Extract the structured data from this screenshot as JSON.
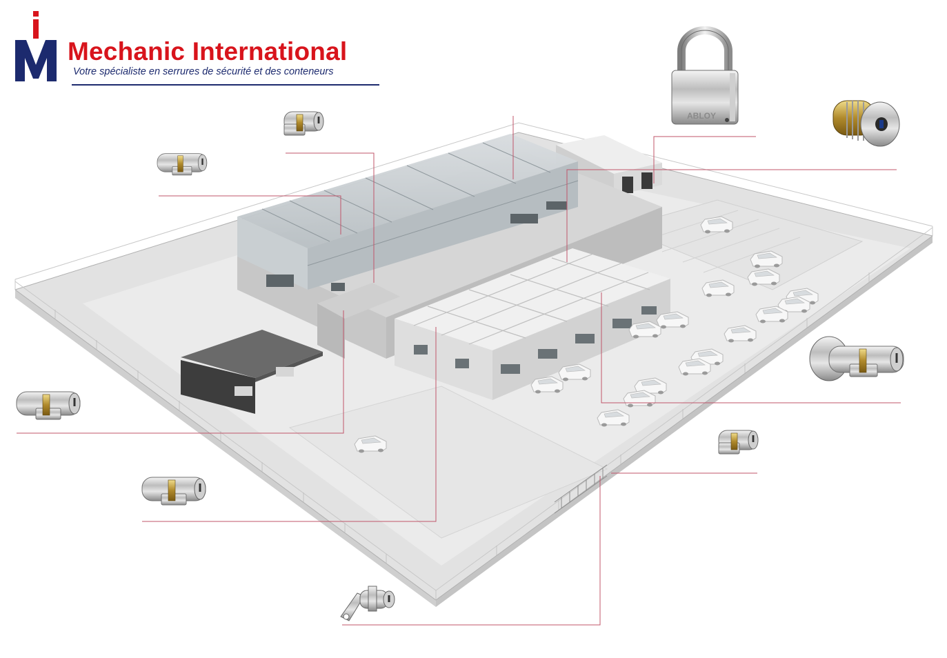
{
  "brand": {
    "name": "Mechanic International",
    "tagline": "Votre spécialiste en serrures de sécurité et des conteneurs",
    "colors": {
      "red": "#d8141c",
      "navy": "#1c2a6e"
    }
  },
  "products": [
    {
      "kind": "half-cylinder",
      "icon": "euro-half-cylinder-icon"
    },
    {
      "kind": "double-cylinder",
      "icon": "euro-cylinder-icon"
    },
    {
      "kind": "double-cylinder",
      "icon": "euro-cylinder-icon"
    },
    {
      "kind": "double-cylinder",
      "icon": "euro-cylinder-icon"
    },
    {
      "kind": "cam-lock",
      "icon": "cam-lock-icon"
    },
    {
      "kind": "padlock",
      "icon": "padlock-icon"
    },
    {
      "kind": "cam-lock",
      "icon": "cam-lock-icon"
    },
    {
      "kind": "knob-cylinder",
      "icon": "thumb-turn-cylinder-icon"
    },
    {
      "kind": "half-cylinder",
      "icon": "euro-half-cylinder-icon"
    }
  ],
  "padlock_engraving": "ABLOY"
}
